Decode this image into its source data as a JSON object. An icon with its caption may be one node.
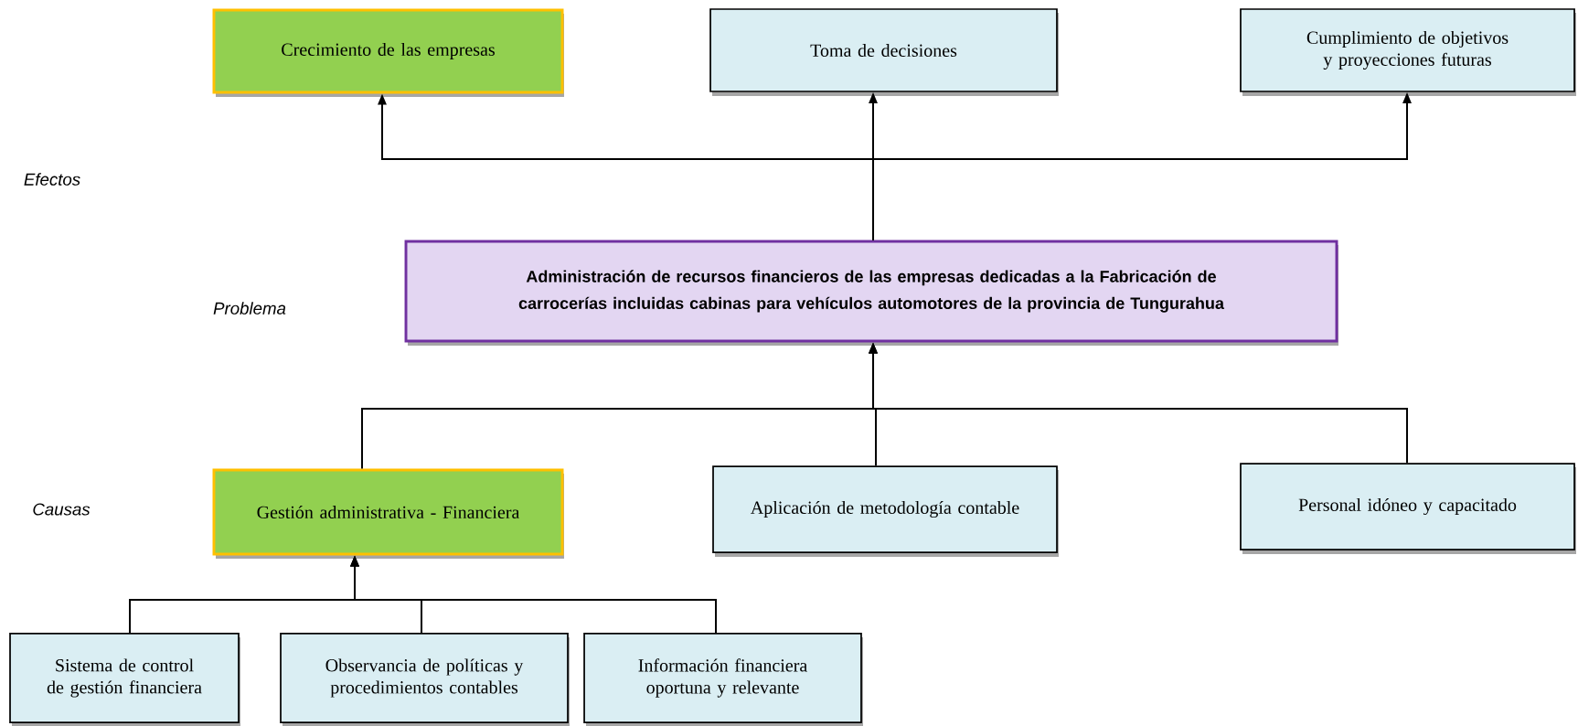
{
  "diagram": {
    "nodes": [
      {
        "text": [
          "Crecimiento de las empresas"
        ]
      },
      {
        "text": [
          "Toma de decisiones"
        ]
      },
      {
        "text": [
          "Cumplimiento de objetivos y proyecciones futuras"
        ]
      },
      {
        "text": [
          "Administración de recursos financieros  de las empresas dedicadas a la Fabricación de carrocerías incluidas cabinas para vehículos automotores de la provincia de Tungurahua"
        ]
      },
      {
        "text": [
          "Gestión administrativa - Financiera"
        ]
      },
      {
        "text": [
          "Aplicación de metodología contable"
        ]
      },
      {
        "text": [
          "Personal idóneo y capacitado"
        ]
      },
      {
        "text": [
          "Sistema de control de gestión financiera"
        ]
      },
      {
        "text": [
          "Observancia de políticas  y procedimientos contables"
        ]
      },
      {
        "text": [
          "Información financiera oportuna y relevante"
        ]
      }
    ],
    "edges": [
      {
        "from": 3,
        "to": 0,
        "arrow": "to"
      },
      {
        "from": 3,
        "to": 1,
        "arrow": "to"
      },
      {
        "from": 3,
        "to": 2,
        "arrow": "to"
      },
      {
        "from": 4,
        "to": 3,
        "arrow": "to"
      },
      {
        "from": 5,
        "to": 3,
        "arrow": "to"
      },
      {
        "from": 6,
        "to": 3,
        "arrow": "to"
      },
      {
        "from": 7,
        "to": 4,
        "arrow": "to"
      },
      {
        "from": 8,
        "to": 4,
        "arrow": "to"
      },
      {
        "from": 9,
        "to": 4,
        "arrow": "to"
      }
    ],
    "labels": [
      "Efectos",
      "Problema",
      "Causas"
    ]
  }
}
